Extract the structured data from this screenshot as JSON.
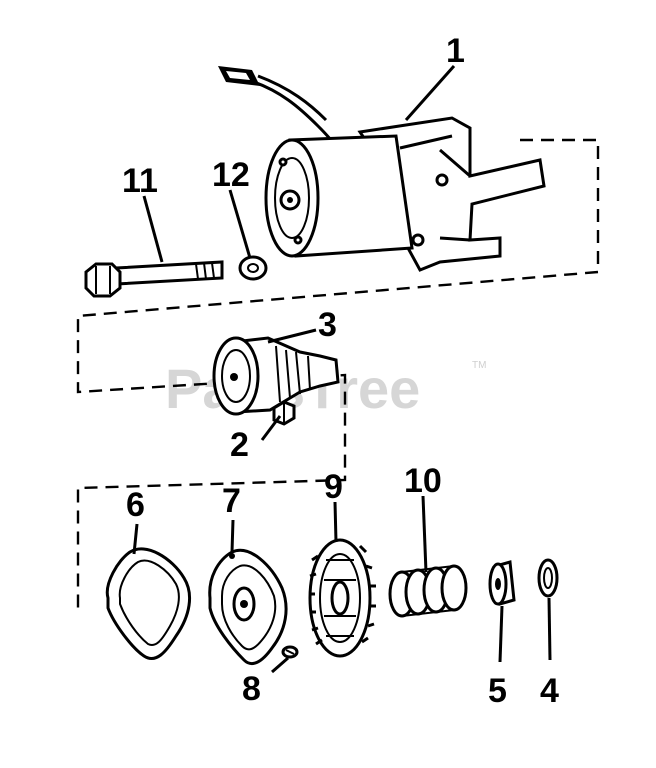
{
  "watermark": {
    "text": "PartsTree",
    "trademark": "TM"
  },
  "callouts": [
    {
      "number": "1"
    },
    {
      "number": "2"
    },
    {
      "number": "3"
    },
    {
      "number": "4"
    },
    {
      "number": "5"
    },
    {
      "number": "6"
    },
    {
      "number": "7"
    },
    {
      "number": "8"
    },
    {
      "number": "9"
    },
    {
      "number": "10"
    },
    {
      "number": "11"
    },
    {
      "number": "12"
    }
  ]
}
